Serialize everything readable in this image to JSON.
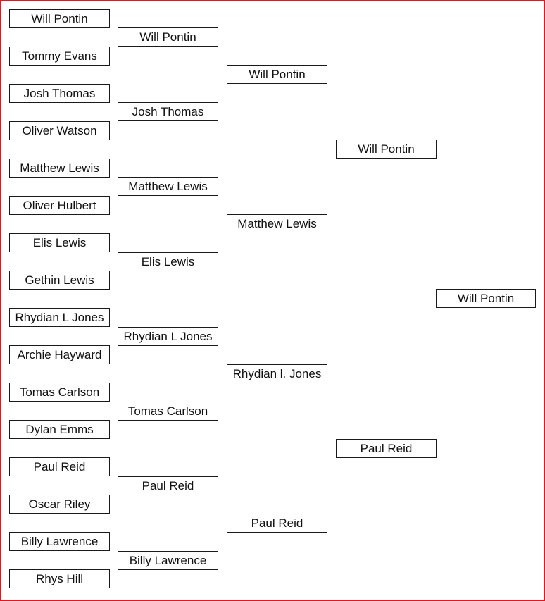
{
  "colors": {
    "frame_border": "#e8141c",
    "box_border": "#1a1a1a",
    "text": "#111111",
    "background": "#ffffff"
  },
  "bracket": {
    "round_1": [
      "Will Pontin",
      "Tommy Evans",
      "Josh Thomas",
      "Oliver Watson",
      "Matthew Lewis",
      "Oliver Hulbert",
      "Elis Lewis",
      "Gethin Lewis",
      "Rhydian L Jones",
      "Archie Hayward",
      "Tomas Carlson",
      "Dylan Emms",
      "Paul Reid",
      "Oscar Riley",
      "Billy Lawrence",
      "Rhys Hill"
    ],
    "round_2": [
      "Will Pontin",
      "Josh Thomas",
      "Matthew Lewis",
      "Elis Lewis",
      "Rhydian L Jones",
      "Tomas Carlson",
      "Paul Reid",
      "Billy Lawrence"
    ],
    "round_3": [
      "Will Pontin",
      "Matthew Lewis",
      "Rhydian l. Jones",
      "Paul Reid"
    ],
    "round_4": [
      "Will Pontin",
      "Paul Reid"
    ],
    "winner": "Will Pontin"
  }
}
